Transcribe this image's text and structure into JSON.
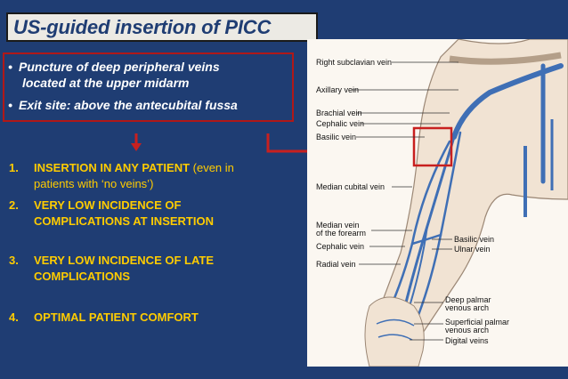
{
  "slide": {
    "title": "US-guided insertion of PICC",
    "bullets": [
      {
        "line1": "Puncture of deep peripheral veins",
        "line2": "located at the upper midarm"
      },
      {
        "line1": "Exit site: above the antecubital fussa",
        "line2": ""
      }
    ],
    "items": [
      {
        "num": "1.",
        "line1_main": "INSERTION IN ANY PATIENT",
        "line1_paren": " (even in",
        "line2": "patients with ‘no veins’)"
      },
      {
        "num": "2.",
        "line1": "VERY LOW INCIDENCE OF",
        "line2": "COMPLICATIONS AT INSERTION"
      },
      {
        "num": "3.",
        "line1": "VERY LOW INCIDENCE OF LATE",
        "line2": "COMPLICATIONS"
      },
      {
        "num": "4.",
        "line1": "OPTIMAL PATIENT COMFORT"
      }
    ]
  },
  "diagram": {
    "labels": {
      "right_subclavian": "Right subclavian vein",
      "axillary": "Axillary vein",
      "brachial": "Brachial vein",
      "cephalic_upper": "Cephalic vein",
      "basilic_upper": "Basilic vein",
      "median_cubital": "Median cubital vein",
      "median_forearm_1": "Median vein",
      "median_forearm_2": "of the forearm",
      "cephalic_lower": "Cephalic vein",
      "radial": "Radial vein",
      "basilic_lower": "Basilic vein",
      "ulnar": "Ulnar vein",
      "deep_palmar_1": "Deep palmar",
      "deep_palmar_2": "venous arch",
      "superficial_palmar_1": "Superficial palmar",
      "superficial_palmar_2": "venous arch",
      "digital": "Digital veins"
    }
  },
  "colors": {
    "background": "#1f3d73",
    "title_box": "#eceae4",
    "accent_red": "#c8201f",
    "list_text": "#ffcc00",
    "vein": "#3f6fb5"
  }
}
